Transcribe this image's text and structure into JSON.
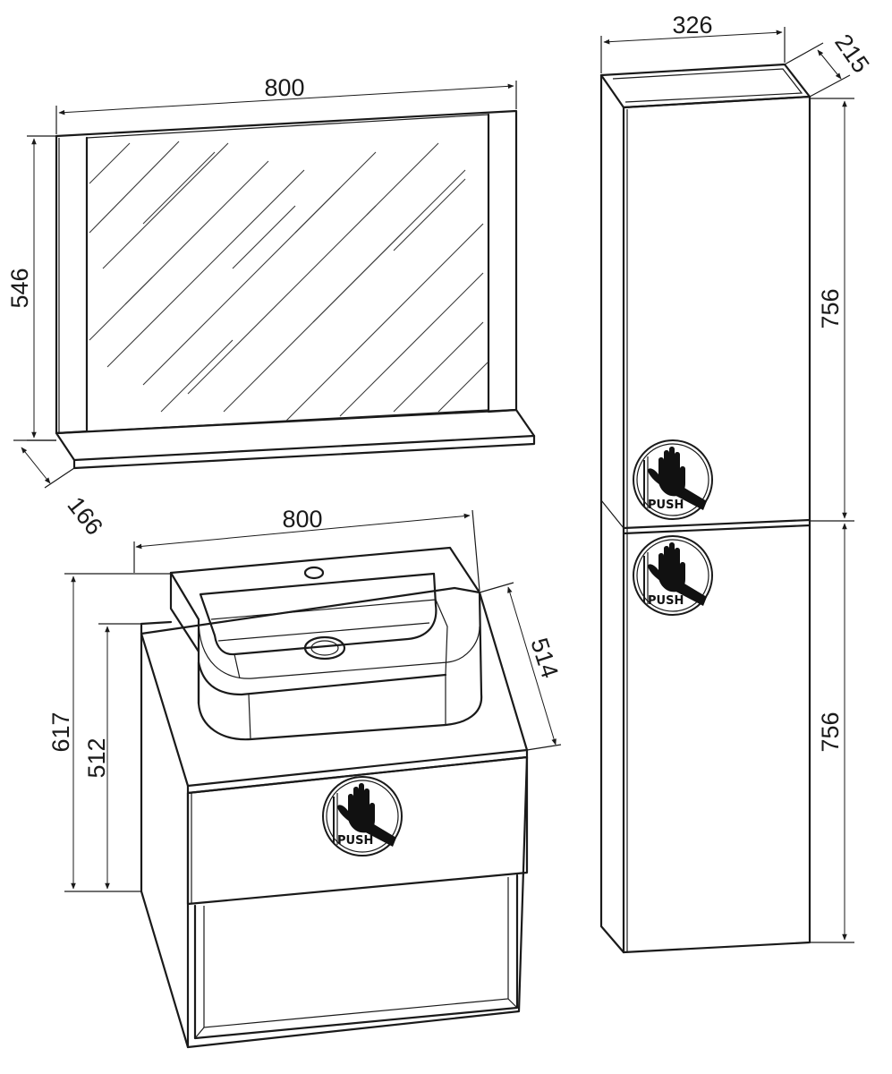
{
  "dimensions": {
    "mirror_width": "800",
    "mirror_height": "546",
    "mirror_shelf_depth": "166",
    "vanity_width": "800",
    "vanity_depth": "514",
    "vanity_total_height": "617",
    "vanity_body_height": "512",
    "column_width": "326",
    "column_depth": "215",
    "column_upper_height": "756",
    "column_lower_height": "756"
  },
  "labels": {
    "push": "PUSH"
  },
  "icons": {
    "push_badge": "push-hand-icon"
  }
}
